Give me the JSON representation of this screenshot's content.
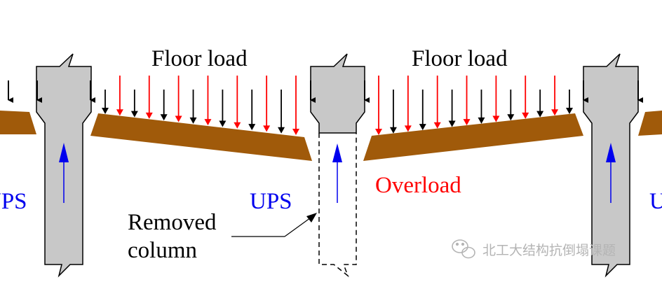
{
  "labels": {
    "floor_load_left": "Floor load",
    "floor_load_right": "Floor load",
    "ups_left": "UPS",
    "ups_center": "UPS",
    "ups_right": "U",
    "overload": "Overload",
    "removed_line1": "Removed",
    "removed_line2": "column"
  },
  "watermark": {
    "text": "北工大结构抗倒塌课题",
    "icon": "wechat-icon"
  },
  "colors": {
    "column_fill": "#c8c8c8",
    "slab_fill": "#a05a0a",
    "load_arrow_black": "#000000",
    "load_arrow_red": "#ff0000",
    "ups_blue": "#0000ee",
    "overload_red": "#ff0000",
    "outline": "#000000"
  }
}
